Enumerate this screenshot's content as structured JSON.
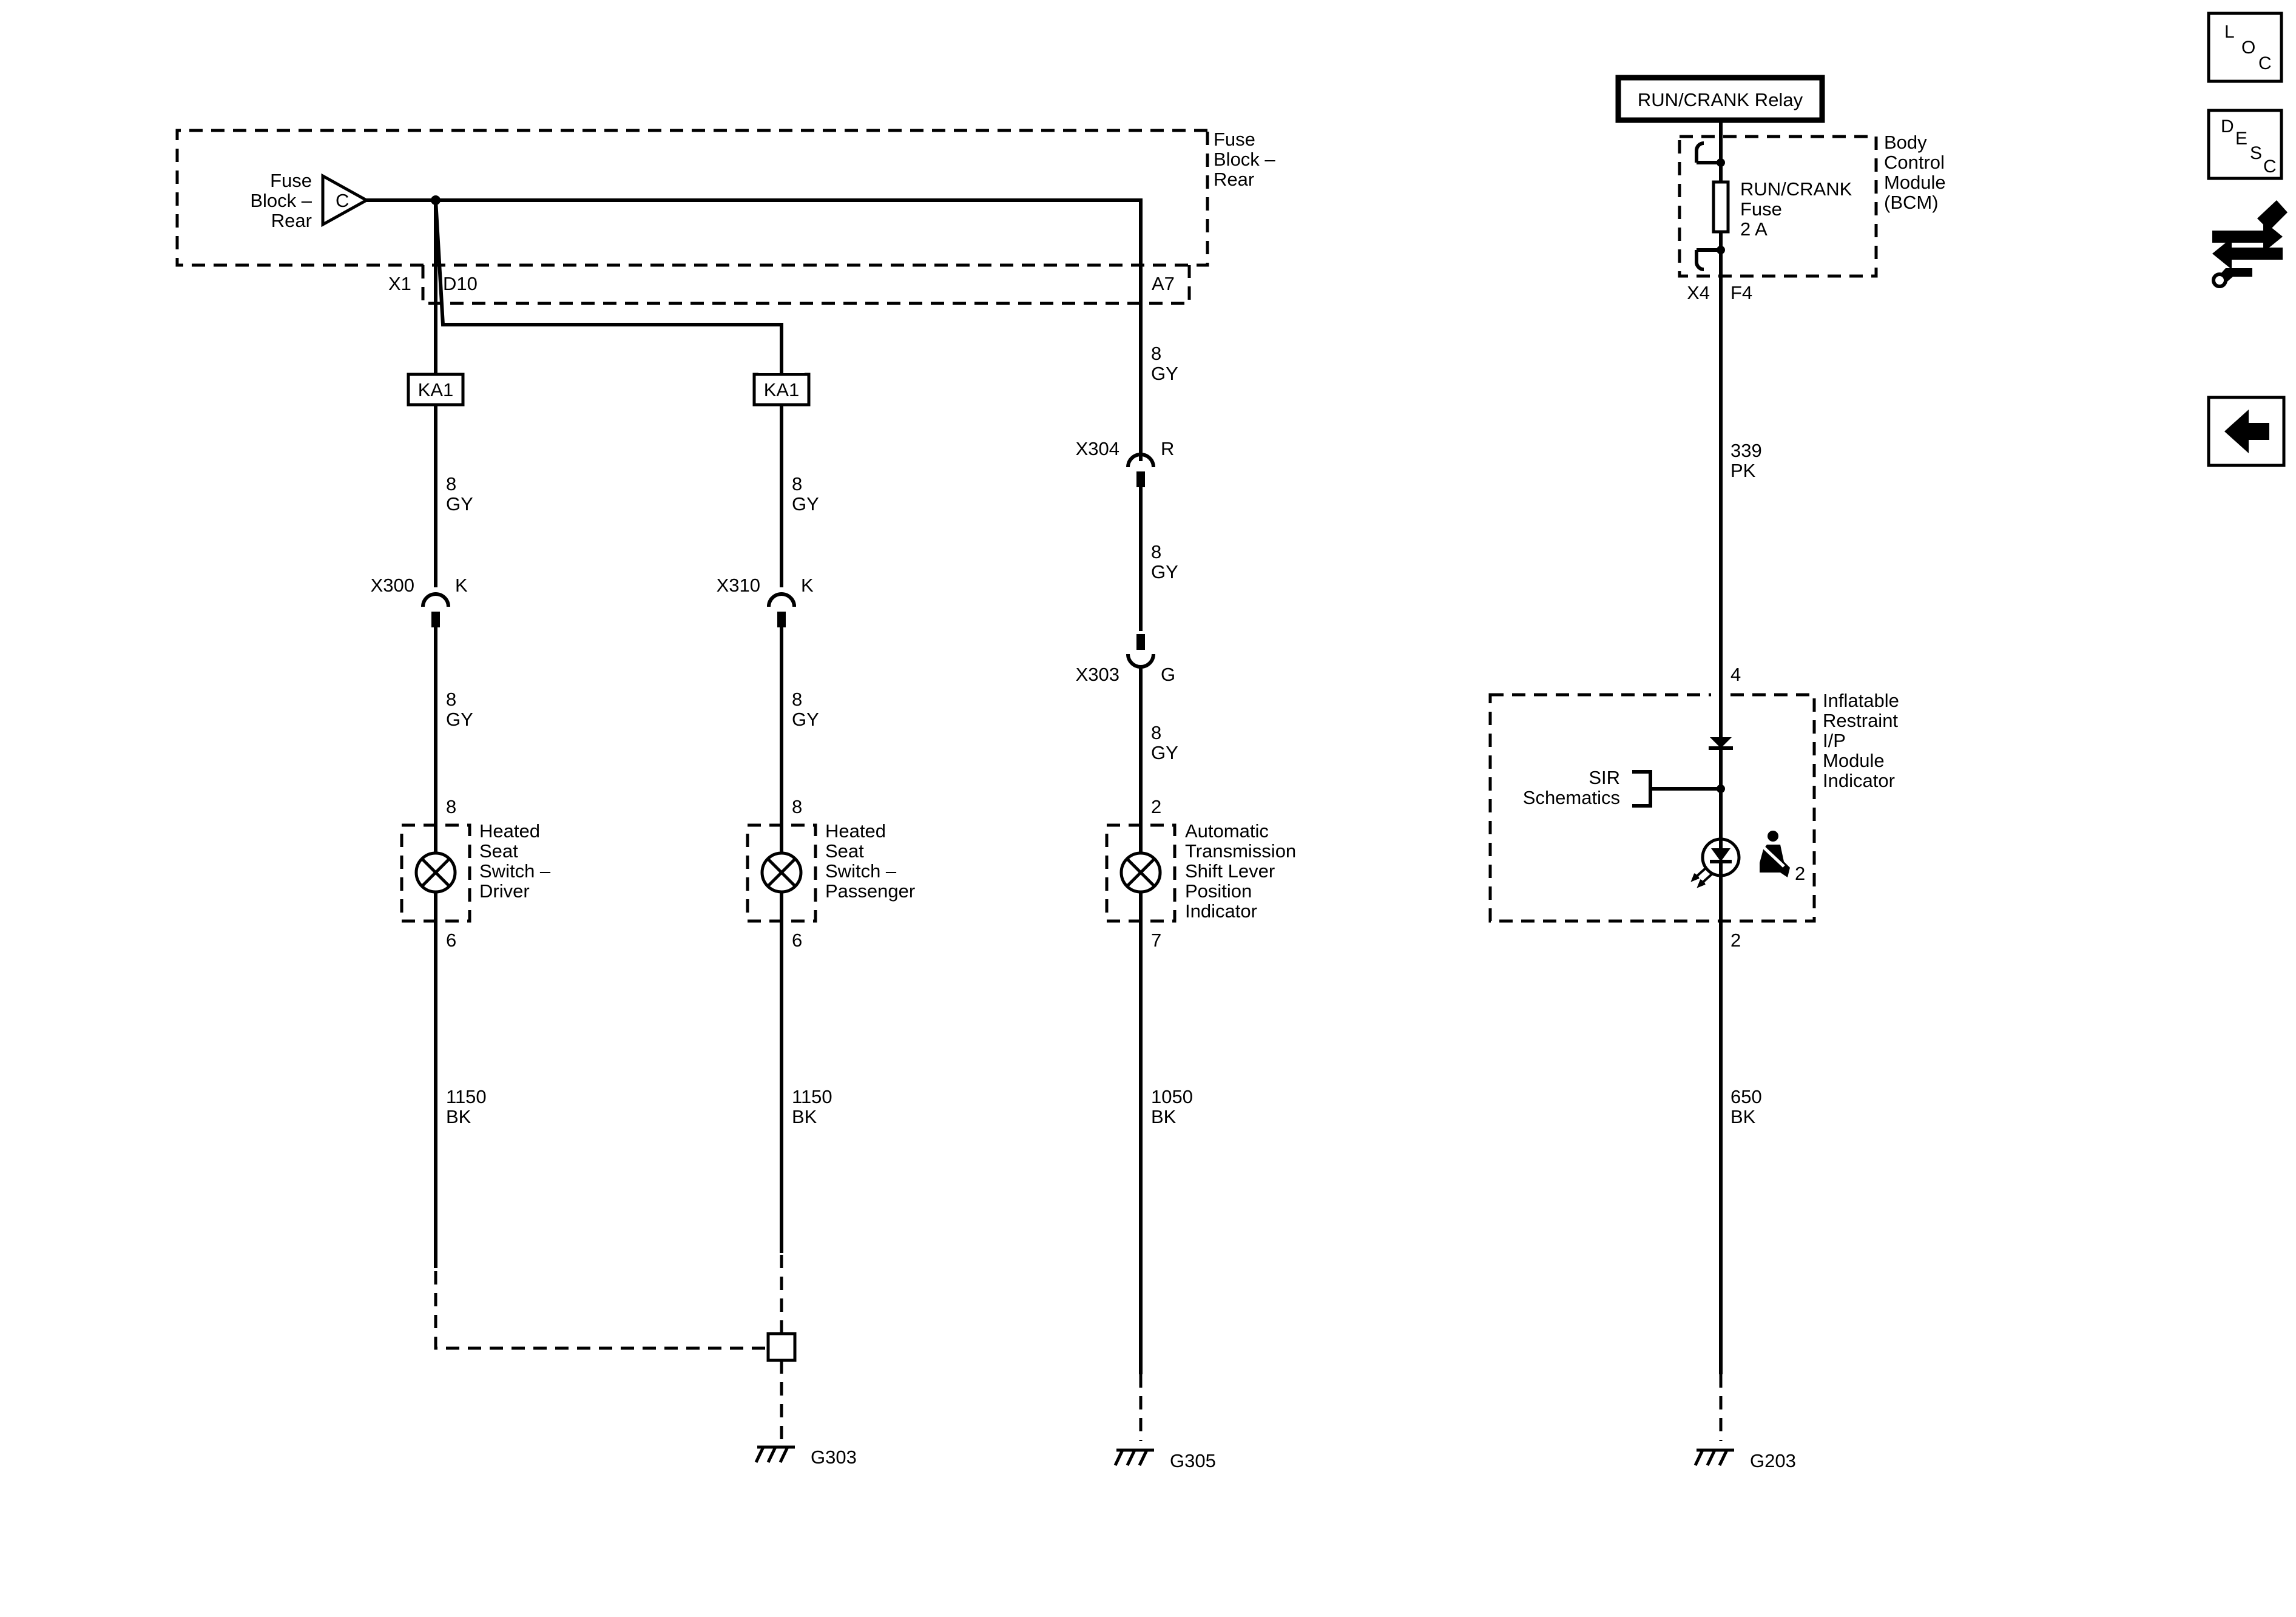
{
  "fuse_block": {
    "left_label": [
      "Fuse",
      "Block –",
      "Rear"
    ],
    "right_label": [
      "Fuse",
      "Block –",
      "Rear"
    ],
    "connector_letter": "C",
    "x1": "X1",
    "d10": "D10",
    "a7": "A7"
  },
  "circuit_driver": {
    "ka": "KA1",
    "wire1": [
      "8",
      "GY"
    ],
    "conn": "X300",
    "conn_pin": "K",
    "wire2": [
      "8",
      "GY"
    ],
    "pin_top": "8",
    "component": [
      "Heated",
      "Seat",
      "Switch –",
      "Driver"
    ],
    "pin_bottom": "6",
    "wire3": [
      "1150",
      "BK"
    ]
  },
  "circuit_passenger": {
    "ka": "KA1",
    "wire1": [
      "8",
      "GY"
    ],
    "conn": "X310",
    "conn_pin": "K",
    "wire2": [
      "8",
      "GY"
    ],
    "pin_top": "8",
    "component": [
      "Heated",
      "Seat",
      "Switch –",
      "Passenger"
    ],
    "pin_bottom": "6",
    "wire3": [
      "1150",
      "BK"
    ]
  },
  "ground_g303": "G303",
  "circuit_trans": {
    "wire1": [
      "8",
      "GY"
    ],
    "conn_a": "X304",
    "conn_a_pin": "R",
    "wire2": [
      "8",
      "GY"
    ],
    "conn_b": "X303",
    "conn_b_pin": "G",
    "wire3": [
      "8",
      "GY"
    ],
    "pin_top": "2",
    "component": [
      "Automatic",
      "Transmission",
      "Shift Lever",
      "Position",
      "Indicator"
    ],
    "pin_bottom": "7",
    "wire4": [
      "1050",
      "BK"
    ],
    "ground": "G305"
  },
  "circuit_sir": {
    "relay": "RUN/CRANK Relay",
    "bcm": [
      "Body",
      "Control",
      "Module",
      "(BCM)"
    ],
    "fuse": [
      "RUN/CRANK",
      "Fuse",
      "2 A"
    ],
    "x4": "X4",
    "f4": "F4",
    "wire1": [
      "339",
      "PK"
    ],
    "pin_top": "4",
    "module": [
      "Inflatable",
      "Restraint",
      "I/P",
      "Module",
      "Indicator"
    ],
    "sir_ref": [
      "SIR",
      "Schematics"
    ],
    "indicator_num": "2",
    "pin_bottom": "2",
    "wire2": [
      "650",
      "BK"
    ],
    "ground": "G203"
  },
  "nav": {
    "loc": [
      "L",
      "O",
      "C"
    ],
    "desc": [
      "D",
      "E",
      "S",
      "C"
    ]
  }
}
